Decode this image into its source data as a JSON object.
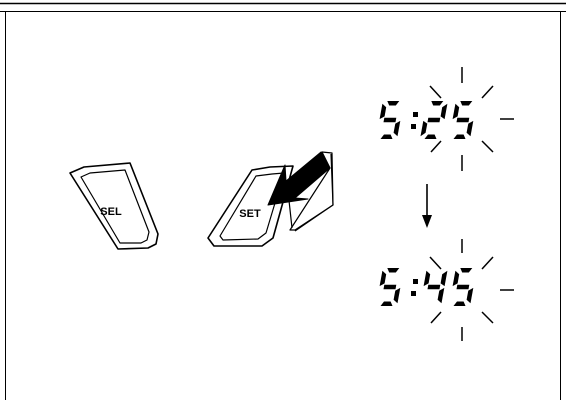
{
  "buttons": {
    "sel_label": "SEL",
    "set_label": "SET"
  },
  "display_top": {
    "hour": "5",
    "minutes": "25",
    "blinking": true
  },
  "display_bottom": {
    "hour": "5",
    "minutes": "45",
    "blinking": true
  },
  "colors": {
    "ink": "#000000",
    "background": "#ffffff"
  }
}
